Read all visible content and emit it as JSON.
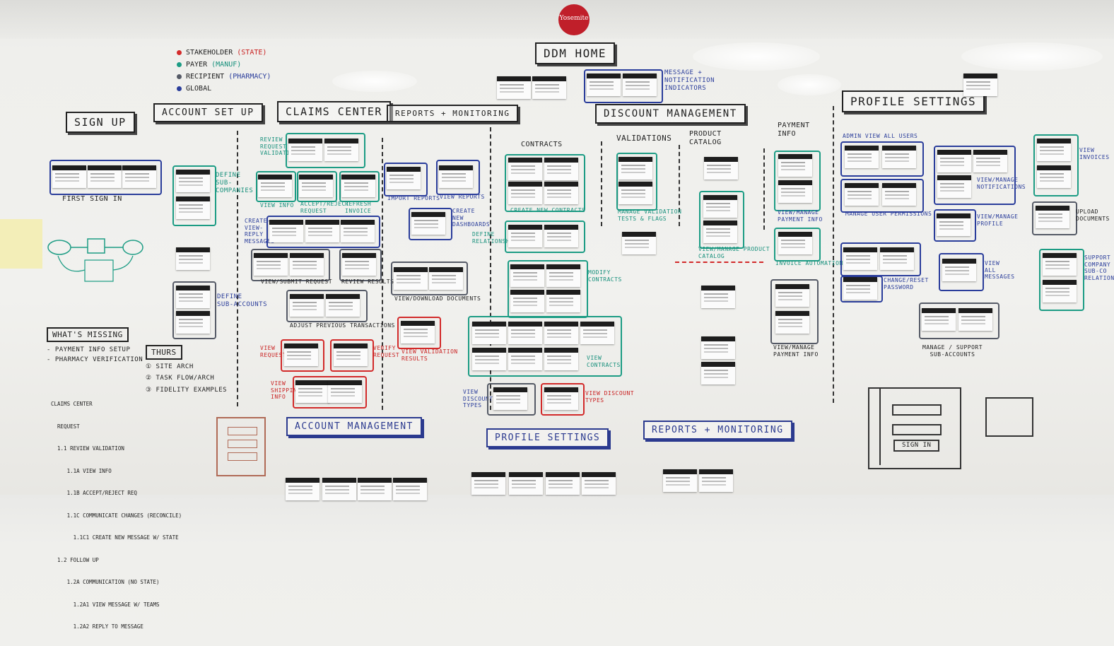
{
  "badge": "Yosemite",
  "legend": [
    {
      "dot": "#d42b2b",
      "text": "STAKEHOLDER",
      "tag": "(STATE)",
      "tag_color": "#d42b2b"
    },
    {
      "dot": "#1c9c84",
      "text": "PAYER",
      "tag": "(MANUF)",
      "tag_color": "#1c9c84"
    },
    {
      "dot": "#555a66",
      "text": "RECIPIENT",
      "tag": "(PHARMACY)",
      "tag_color": "#2a3d9b"
    },
    {
      "dot": "#2a3d9b",
      "text": "GLOBAL",
      "tag": "",
      "tag_color": "#2a3d9b"
    }
  ],
  "titles": {
    "ddm_home": "DDM HOME",
    "sign_up": "SIGN UP",
    "account_setup": "ACCOUNT SET UP",
    "claims_center": "CLAIMS CENTER",
    "reports_monitoring": "REPORTS + MONITORING",
    "discount_management": "DISCOUNT MANAGEMENT",
    "profile_settings": "PROFILE SETTINGS",
    "account_management_bottom": "ACCOUNT MANAGEMENT",
    "profile_settings_bottom": "PROFILE SETTINGS",
    "reports_monitoring_bottom": "REPORTS + MONITORING"
  },
  "labels": {
    "message_indicators": "MESSAGE +\nNOTIFICATION\nINDICATORS",
    "first_sign_in": "FIRST SIGN IN",
    "define_sub_companies": "DEFINE\nSUB-\nCOMPANIES",
    "define_sub_accounts": "DEFINE\nSUB-ACCOUNTS",
    "review_request_validation": "REVIEW\nREQUEST\nVALIDATION",
    "view_info": "VIEW INFO",
    "accept_reject_request": "ACCEPT/REJECT\nREQUEST",
    "refresh_invoice": "REFRESH\nINVOICE",
    "create_view_reply": "CREATE-\nVIEW-\nREPLY\nMESSAGES",
    "view_submit_request": "VIEW/SUBMIT REQUEST",
    "review_results": "REVIEW RESULTS",
    "adjust_previous": "ADJUST PREVIOUS TRANSACTIONS",
    "view_requests": "VIEW\nREQUESTS",
    "verify_request": "VERIFY\nREQUEST",
    "view_shipping_info": "VIEW\nSHIPPING\nINFO",
    "import_reports": "IMPORT REPORTS",
    "view_reports": "VIEW REPORTS",
    "create_new_dashboards": "CREATE\nNEW\nDASHBOARDS",
    "view_download_documents": "VIEW/DOWNLOAD DOCUMENTS",
    "view_validation_results": "VIEW VALIDATION\nRESULTS",
    "contracts": "CONTRACTS",
    "create_new_contracts": "CREATE NEW CONTRACTS",
    "define_relationships": "DEFINE\nRELATIONSHIPS",
    "modify_contracts": "MODIFY\nCONTRACTS",
    "view_contracts": "VIEW\nCONTRACTS",
    "view_discount_types_left": "VIEW\nDISCOUNT\nTYPES",
    "view_discount_types_right": "VIEW DISCOUNT\nTYPES",
    "validations": "VALIDATIONS",
    "manage_validation": "MANAGE VALIDATION\nTESTS & FLAGS",
    "product_catalog": "PRODUCT\nCATALOG",
    "view_manage_catalog": "VIEW/MANAGE PRODUCT\nCATALOG",
    "payment_info": "PAYMENT\nINFO",
    "view_manage_payment": "VIEW/MANAGE\nPAYMENT INFO",
    "invoice_automation": "INVOICE AUTOMATION",
    "view_manage_payment_2": "VIEW/MANAGE\nPAYMENT INFO",
    "admin_view_users": "ADMIN VIEW ALL USERS",
    "manage_user_permissions": "MANAGE USER PERMISSIONS",
    "view_manage_notifications": "VIEW/MANAGE\nNOTIFICATIONS",
    "view_manage_profile": "VIEW/MANAGE\nPROFILE",
    "change_reset_password": "CHANGE/RESET\nPASSWORD",
    "view_all_messages": "VIEW\nALL\nMESSAGES",
    "manage_support_sub": "MANAGE / SUPPORT\nSUB-ACCOUNTS",
    "view_invoices": "VIEW\nINVOICES",
    "upload_documents": "UPLOAD\nDOCUMENTS",
    "support_company": "SUPPORT\nCOMPANY\nSUB-CO\nRELATION",
    "sign_in": "SIGN IN"
  },
  "notes": {
    "whats_missing_title": "WHAT'S MISSING",
    "whats_missing_items": [
      "- PAYMENT INFO SETUP",
      "- PHARMACY VERIFICATION"
    ],
    "thurs_title": "THURS",
    "thurs_items": [
      "① SITE ARCH",
      "② TASK FLOW/ARCH",
      "③ FIDELITY EXAMPLES"
    ],
    "claims_outline": [
      "CLAIMS CENTER",
      "  REQUEST",
      "  1.1 REVIEW VALIDATION",
      "     1.1A VIEW INFO",
      "     1.1B ACCEPT/REJECT REQ",
      "     1.1C COMMUNICATE CHANGES (RECONCILE)",
      "       1.1C1 CREATE NEW MESSAGE W/ STATE",
      "  1.2 FOLLOW UP",
      "     1.2A COMMUNICATION (NO STATE)",
      "       1.2A1 VIEW MESSAGE W/ TEAMS",
      "       1.2A2 REPLY TO MESSAGE"
    ]
  }
}
